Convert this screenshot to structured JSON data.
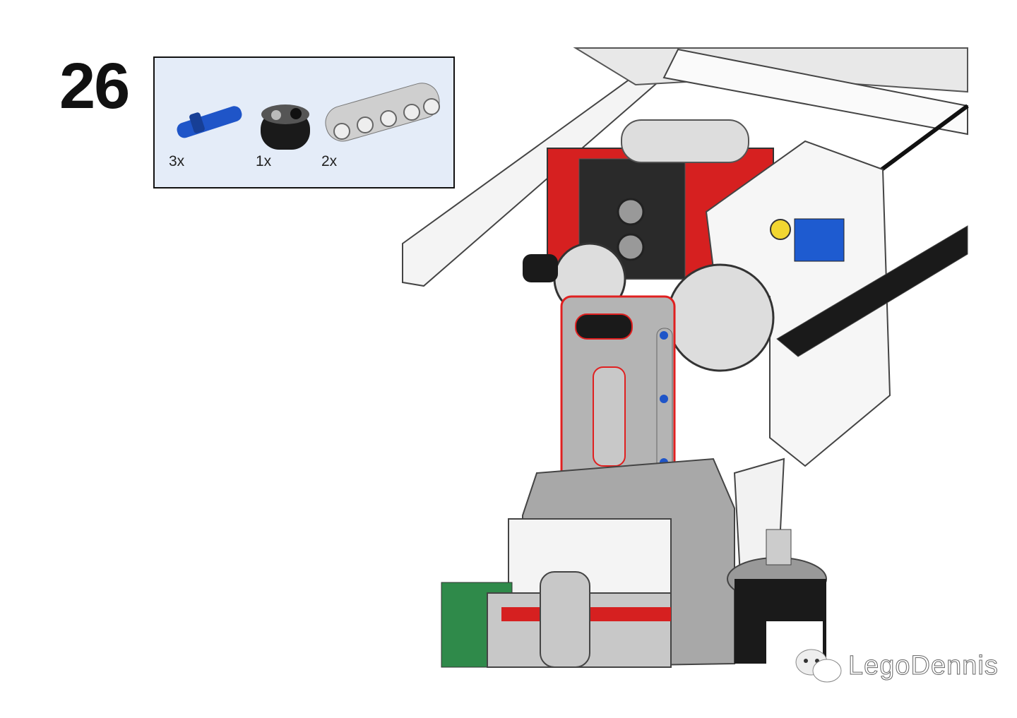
{
  "step_number": "26",
  "parts_list": [
    {
      "part": "blue-axle-pin",
      "quantity": "3x",
      "color": "#1f55c8"
    },
    {
      "part": "black-liftarm-1x2",
      "quantity": "1x",
      "color": "#1a1a1a"
    },
    {
      "part": "light-gray-liftarm-1x5",
      "quantity": "2x",
      "color": "#c8c8c8"
    }
  ],
  "watermark": "LegoDennis",
  "colors": {
    "parts_bg": "#e4ecf8",
    "highlight": "#e02020",
    "gray": "#a8a8a8",
    "red": "#d62020"
  }
}
